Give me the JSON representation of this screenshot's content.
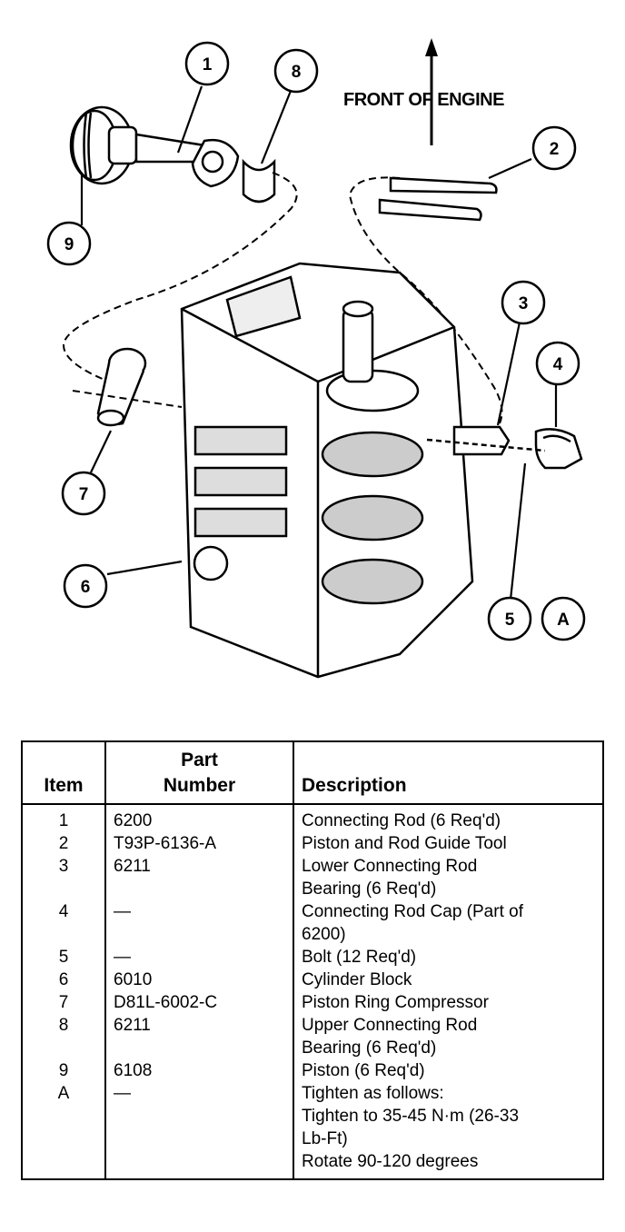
{
  "diagram": {
    "front_label": "FRONT OF ENGINE",
    "callouts": [
      "1",
      "2",
      "3",
      "4",
      "5",
      "A",
      "6",
      "7",
      "8",
      "9"
    ]
  },
  "table": {
    "headers": {
      "item": "Item",
      "part_line1": "Part",
      "part_line2": "Number",
      "description": "Description"
    },
    "rows": [
      {
        "item": "1",
        "part": "6200",
        "desc": [
          "Connecting Rod (6 Req'd)"
        ]
      },
      {
        "item": "2",
        "part": "T93P-6136-A",
        "desc": [
          "Piston and Rod Guide Tool"
        ]
      },
      {
        "item": "3",
        "part": "6211",
        "desc": [
          "Lower Connecting Rod",
          "Bearing (6 Req'd)"
        ]
      },
      {
        "item": "4",
        "part": "—",
        "desc": [
          "Connecting Rod Cap (Part of",
          "6200)"
        ]
      },
      {
        "item": "5",
        "part": "—",
        "desc": [
          "Bolt (12 Req'd)"
        ]
      },
      {
        "item": "6",
        "part": "6010",
        "desc": [
          "Cylinder Block"
        ]
      },
      {
        "item": "7",
        "part": "D81L-6002-C",
        "desc": [
          "Piston Ring Compressor"
        ]
      },
      {
        "item": "8",
        "part": "6211",
        "desc": [
          "Upper Connecting Rod",
          "Bearing (6 Req'd)"
        ]
      },
      {
        "item": "9",
        "part": "6108",
        "desc": [
          "Piston (6 Req'd)"
        ]
      },
      {
        "item": "A",
        "part": "—",
        "desc": [
          "Tighten as follows:",
          "Tighten to 35-45 N·m (26-33",
          "Lb-Ft)",
          "Rotate 90-120 degrees"
        ]
      }
    ]
  }
}
